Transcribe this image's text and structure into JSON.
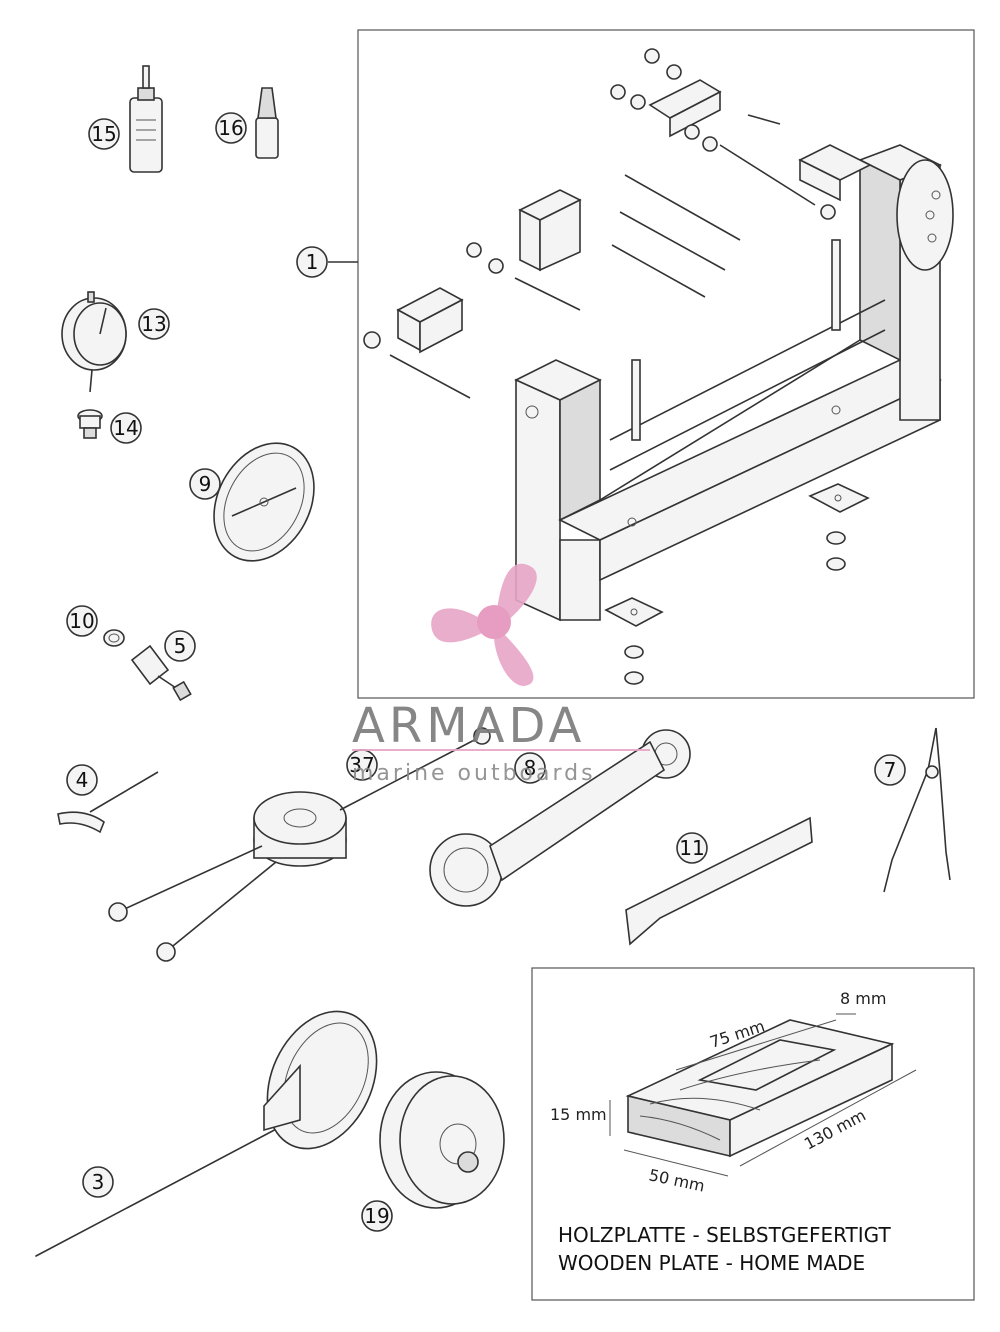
{
  "callouts": [
    {
      "id": "c1",
      "label": "1"
    },
    {
      "id": "c3",
      "label": "3"
    },
    {
      "id": "c4",
      "label": "4"
    },
    {
      "id": "c5",
      "label": "5"
    },
    {
      "id": "c7",
      "label": "7"
    },
    {
      "id": "c8",
      "label": "8"
    },
    {
      "id": "c9",
      "label": "9"
    },
    {
      "id": "c10",
      "label": "10"
    },
    {
      "id": "c11",
      "label": "11"
    },
    {
      "id": "c13",
      "label": "13"
    },
    {
      "id": "c14",
      "label": "14"
    },
    {
      "id": "c15",
      "label": "15"
    },
    {
      "id": "c16",
      "label": "16"
    },
    {
      "id": "c19",
      "label": "19"
    },
    {
      "id": "c37",
      "label": "37"
    }
  ],
  "wooden_plate": {
    "dim_75": "75 mm",
    "dim_8": "8 mm",
    "dim_15": "15 mm",
    "dim_130": "130 mm",
    "dim_50": "50 mm",
    "note_de": "HOLZPLATTE - SELBSTGEFERTIGT",
    "note_en": "WOODEN PLATE - HOME MADE"
  },
  "watermark": {
    "brand": "ARMADA",
    "tagline": "marine outboards",
    "logo_color": "#e8a6c8",
    "text_color": "#7a7a7a"
  }
}
